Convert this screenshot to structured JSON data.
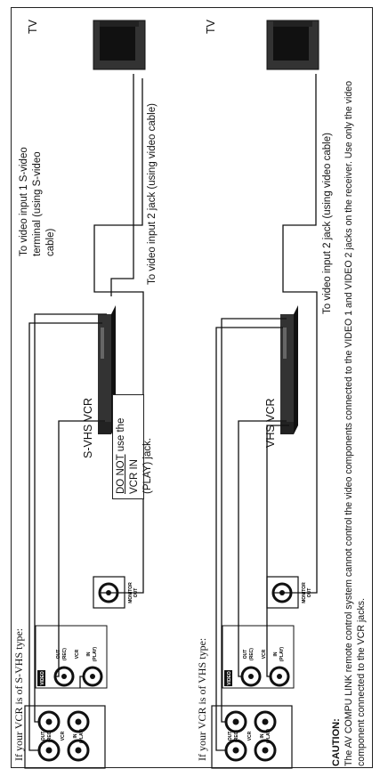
{
  "top": {
    "heading": "If your VCR is of S-VHS type:",
    "vcr_label": "S-VHS VCR",
    "tv_label": "TV",
    "note_line1_a": "DO NOT",
    "note_line1_b": " use the VCR IN",
    "note_line2": "(PLAY) jack.",
    "caption_s_video_1": "To video input 1 S-video",
    "caption_s_video_2": "terminal (using S-video",
    "caption_s_video_3": "cable)",
    "caption_video2": "To video input 2 jack (using video cable)"
  },
  "bottom": {
    "heading": "If your VCR is of VHS type:",
    "vcr_label": "VHS VCR",
    "tv_label": "TV",
    "caption_video2": "To video input 2 jack (using video cable)"
  },
  "jacks": {
    "out_rec_1": "OUT",
    "out_rec_2": "(REC)",
    "in_play_1": "IN",
    "in_play_2": "(PLAY)",
    "vcr": "VCR",
    "video": "VIDEO",
    "monitor_1": "MONITOR",
    "monitor_2": "OUT"
  },
  "caution": {
    "heading": "CAUTION:",
    "body": "The AV COMPU LINK remote control system cannot control the video components connected to the VIDEO 1 and VIDEO 2 jacks on the receiver. Use only the video component connected to the VCR jacks."
  }
}
